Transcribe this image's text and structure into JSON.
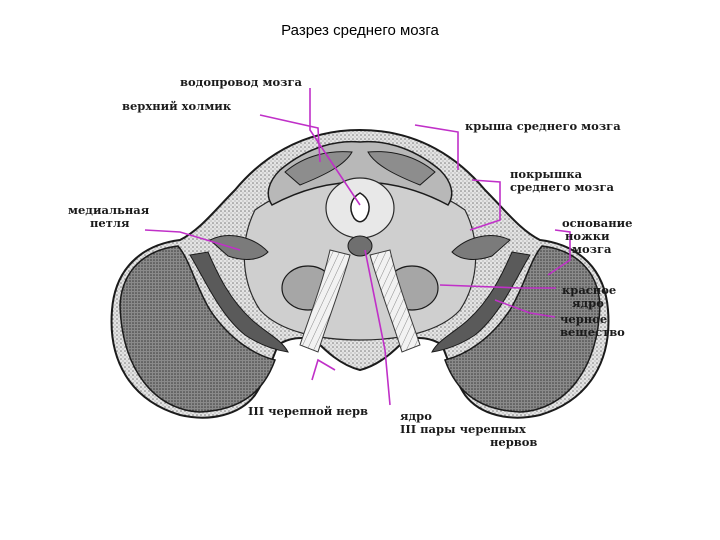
{
  "title": "Разрез среднего мозга",
  "colors": {
    "accent": "#c030c8",
    "tissue_dark": "#6b6b6b",
    "tissue_mid": "#9a9a9a",
    "tissue_light": "#d9d9d9",
    "ink": "#1b1b1b",
    "background": "#ffffff"
  },
  "labels": {
    "aqueduct": "водопровод мозга",
    "superior_colliculus": "верхний холмик",
    "tectum": "крыша среднего мозга",
    "tegmentum_line1": "покрышка",
    "tegmentum_line2": "среднего мозга",
    "medial_lemniscus_line1": "медиальная",
    "medial_lemniscus_line2": "петля",
    "crus_line1": "основание",
    "crus_line2": "ножки",
    "crus_line3": "мозга",
    "red_nucleus_line1": "красное",
    "red_nucleus_line2": "ядро",
    "substantia_nigra_line1": "черное",
    "substantia_nigra_line2": "вещество",
    "oculomotor_nerve": "III черепной нерв",
    "nucleus_line1": "ядро",
    "nucleus_line2": "III пары черепных",
    "nucleus_line3": "нервов"
  }
}
